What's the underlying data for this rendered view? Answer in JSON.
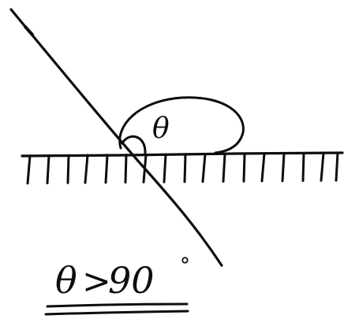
{
  "diagram": {
    "angle_symbol_inside": "θ",
    "answer": {
      "symbol": "θ",
      "comparison": ">",
      "value": "90",
      "degree_mark": "°"
    }
  }
}
